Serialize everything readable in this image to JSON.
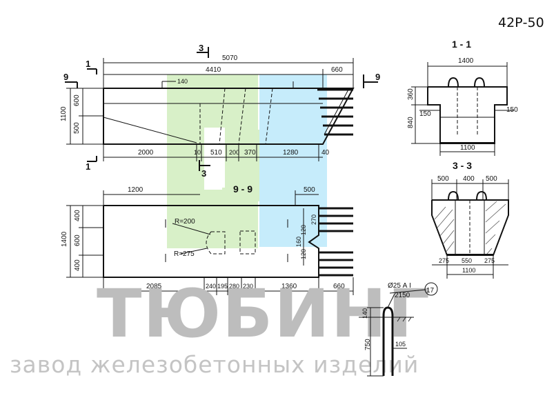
{
  "drawing_code": "42Р-50",
  "watermark": {
    "brand": "ТЮБИНГ",
    "tagline": "завод железобетонных изделий",
    "colors": {
      "green": "#d8f0c8",
      "blue": "#c6ecfb",
      "text": "#bdbdbd"
    }
  },
  "elevation": {
    "dims_top": [
      "5070",
      "4410",
      "660"
    ],
    "dims_left": [
      "1100",
      "600",
      "500"
    ],
    "dims_bottom": [
      "2000",
      "10",
      "510",
      "200",
      "370",
      "1280",
      "40"
    ],
    "top_mark": "140",
    "section_marks": [
      "1",
      "1",
      "3",
      "3",
      "9",
      "9"
    ]
  },
  "plan": {
    "title": "9 - 9",
    "dims_top": [
      "1200",
      "500"
    ],
    "dims_left": [
      "1400",
      "400",
      "600",
      "400"
    ],
    "dims_bottom": [
      "2085",
      "240",
      "195",
      "280",
      "230",
      "1360",
      "660"
    ],
    "dims_right": [
      "270",
      "120",
      "160",
      "120"
    ],
    "radius_labels": [
      "R=200",
      "R=275"
    ]
  },
  "section_1_1": {
    "title": "1 - 1",
    "dims_top": [
      "1400"
    ],
    "dims_left": [
      "360",
      "840"
    ],
    "dims_side": [
      "150",
      "150"
    ],
    "dims_bottom": [
      "1100"
    ]
  },
  "section_3_3": {
    "title": "3 - 3",
    "dims_top": [
      "500",
      "400",
      "500"
    ],
    "dims_bottom": [
      "275",
      "550",
      "275"
    ],
    "dims_total": [
      "1100"
    ]
  },
  "loop": {
    "rebar": "Ø25 А I",
    "length": "2150",
    "position": "17",
    "dims": [
      "140",
      "750",
      "105"
    ]
  }
}
